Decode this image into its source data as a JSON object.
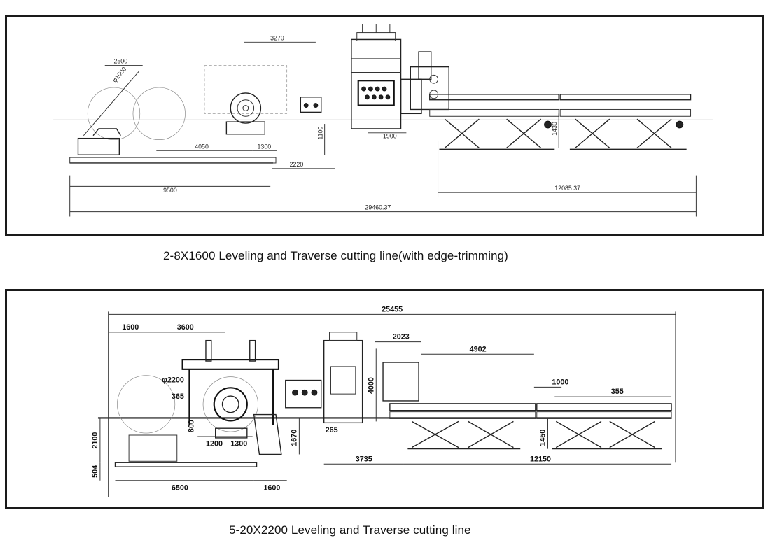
{
  "panel1": {
    "caption": "2-8X1600 Leveling and Traverse cutting line(with edge-trimming)",
    "dims": {
      "d3270": "3270",
      "d2500": "2500",
      "phi1000": "φ1000",
      "d4050": "4050",
      "d1300": "1300",
      "d1900": "1900",
      "d1100": "1100",
      "d1430": "1430",
      "d2220": "2220",
      "d9500": "9500",
      "d12085": "12085.37",
      "d29460": "29460.37"
    }
  },
  "panel2": {
    "caption": "5-20X2200 Leveling and Traverse cutting line",
    "dims": {
      "d25455": "25455",
      "d1600a": "1600",
      "d3600": "3600",
      "d2023": "2023",
      "d4902": "4902",
      "d1000": "1000",
      "d355": "355",
      "phi2200": "φ2200",
      "d365": "365",
      "d4000": "4000",
      "d2100": "2100",
      "d800": "800",
      "d1200": "1200",
      "d1300": "1300",
      "d1670": "1670",
      "d265": "265",
      "d1450": "1450",
      "d3735": "3735",
      "d12150": "12150",
      "d504": "504",
      "d6500": "6500",
      "d1600b": "1600"
    }
  }
}
